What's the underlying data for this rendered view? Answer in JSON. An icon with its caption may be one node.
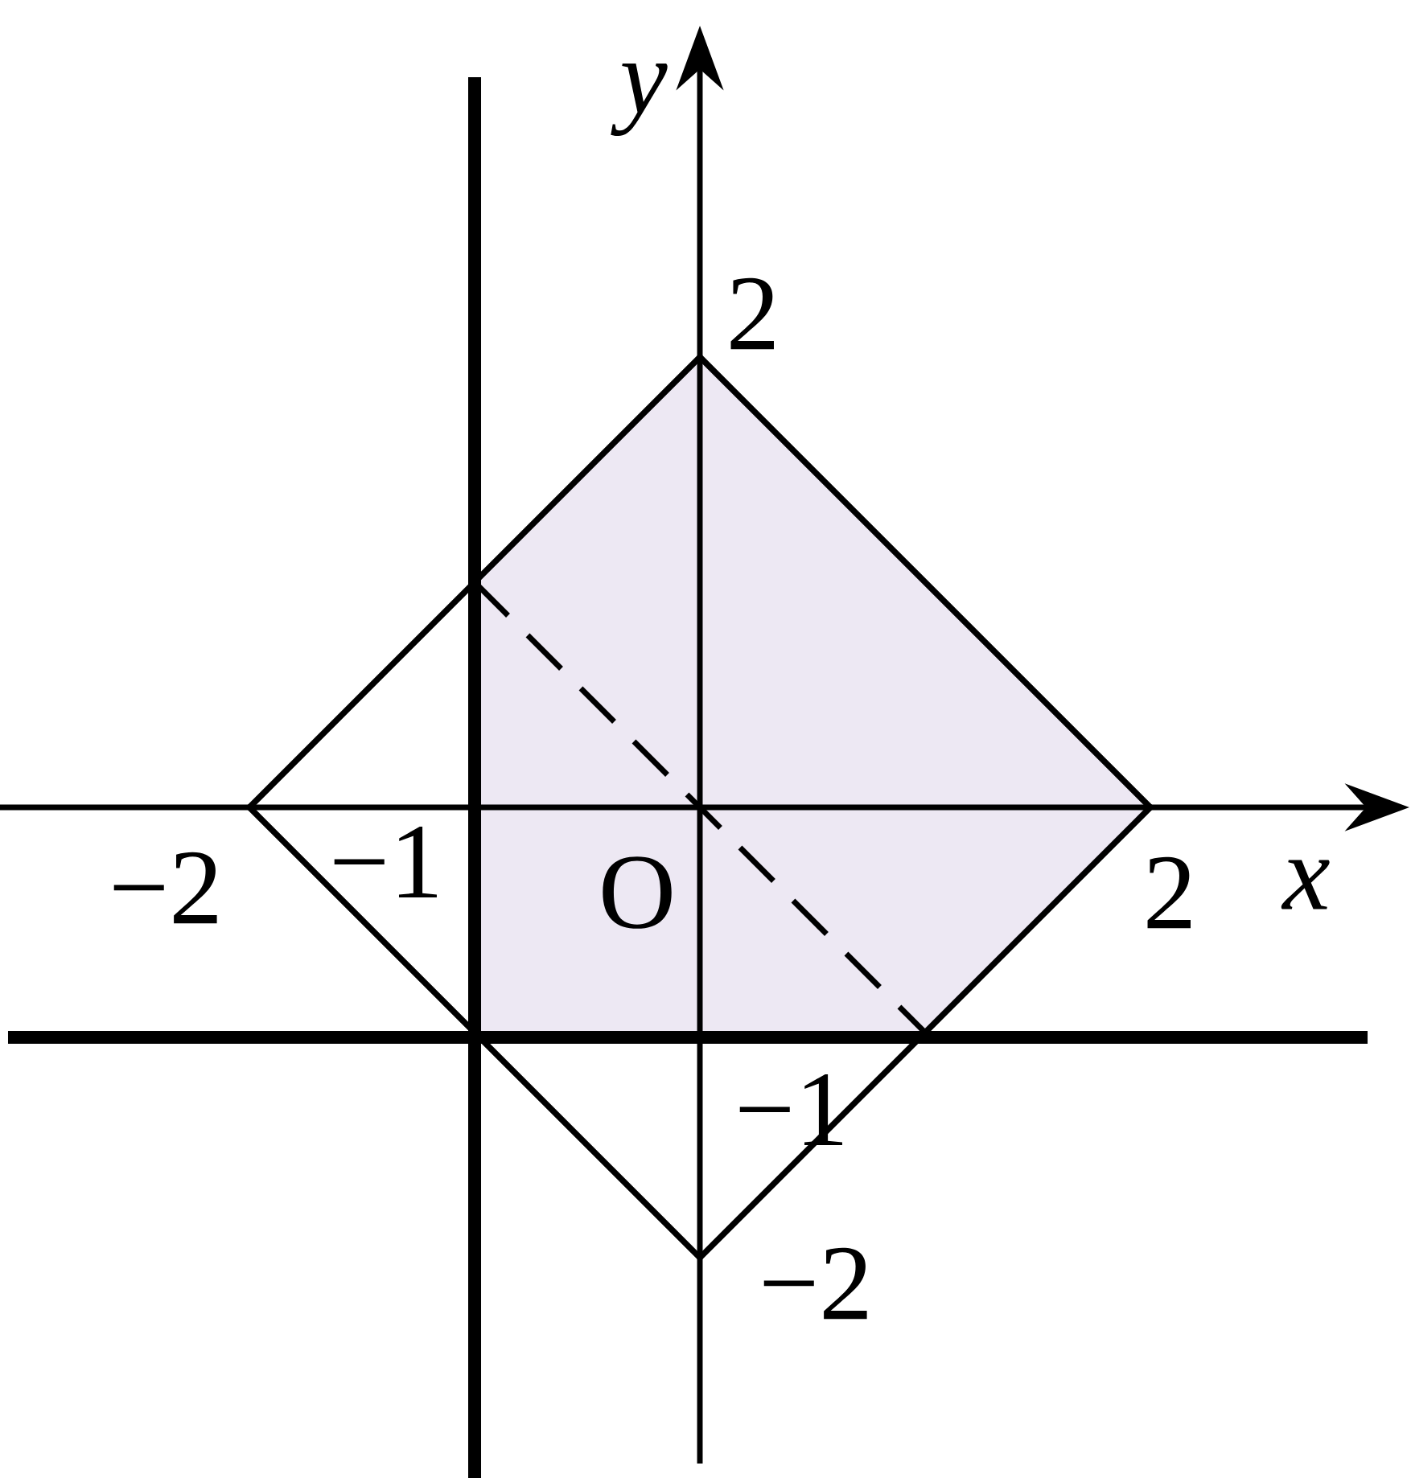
{
  "diagram": {
    "labels": [
      "y",
      "2",
      "−2",
      "−1",
      "O",
      "2",
      "x",
      "−1",
      "−2"
    ]
  }
}
